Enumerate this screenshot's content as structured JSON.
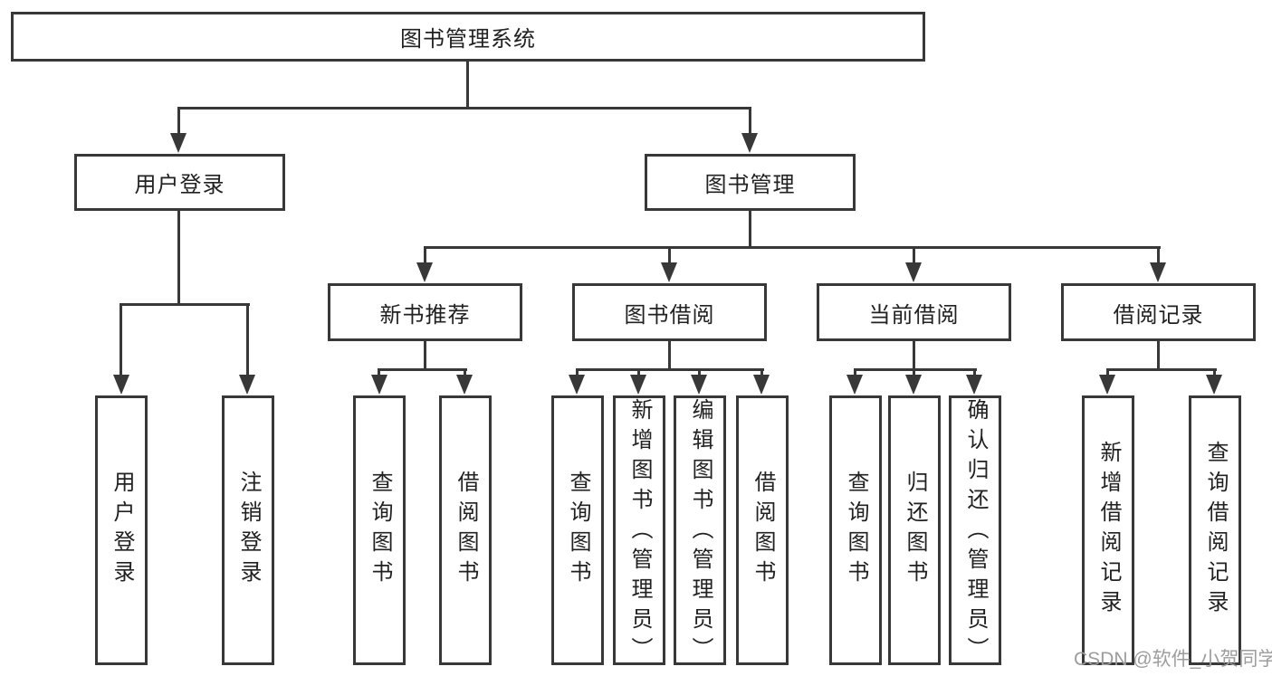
{
  "colors": {
    "background": "#ffffff",
    "line": "#383838",
    "box_border": "#383838",
    "text": "#212121",
    "watermark": "#9d9d9d"
  },
  "watermark": {
    "text": "CSDN @软件_小贺同学"
  },
  "tree": {
    "label": "图书管理系统",
    "children": [
      {
        "label": "用户登录",
        "children": [
          {
            "label": "用户登录"
          },
          {
            "label": "注销登录"
          }
        ]
      },
      {
        "label": "图书管理",
        "children": [
          {
            "label": "新书推荐",
            "children": [
              {
                "label": "查询图书"
              },
              {
                "label": "借阅图书"
              }
            ]
          },
          {
            "label": "图书借阅",
            "children": [
              {
                "label": "查询图书"
              },
              {
                "label": "新增图书（管理员）"
              },
              {
                "label": "编辑图书（管理员）"
              },
              {
                "label": "借阅图书"
              }
            ]
          },
          {
            "label": "当前借阅",
            "children": [
              {
                "label": "查询图书"
              },
              {
                "label": "归还图书"
              },
              {
                "label": "确认归还（管理员）"
              }
            ]
          },
          {
            "label": "借阅记录",
            "children": [
              {
                "label": "新增借阅记录"
              },
              {
                "label": "查询借阅记录"
              }
            ]
          }
        ]
      }
    ]
  }
}
